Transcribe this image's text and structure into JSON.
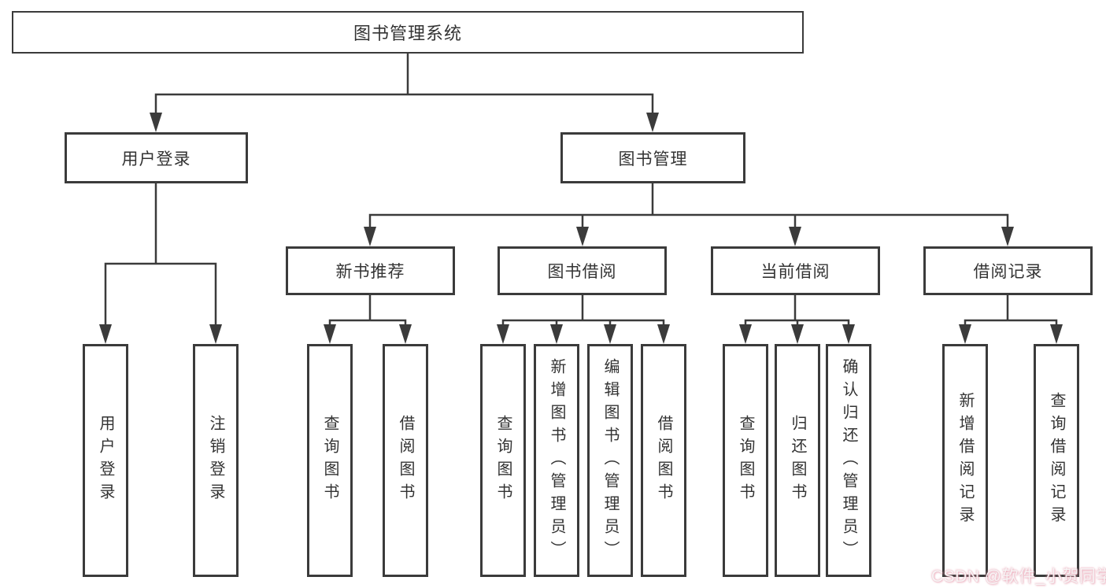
{
  "diagram": {
    "type": "hierarchy-tree",
    "root": {
      "label": "图书管理系统",
      "children": [
        {
          "label": "用户登录",
          "children": [
            {
              "label": "用户登录"
            },
            {
              "label": "注销登录"
            }
          ]
        },
        {
          "label": "图书管理",
          "children": [
            {
              "label": "新书推荐",
              "children": [
                {
                  "label": "查询图书"
                },
                {
                  "label": "借阅图书"
                }
              ]
            },
            {
              "label": "图书借阅",
              "children": [
                {
                  "label": "查询图书"
                },
                {
                  "label": "新增图书（管理员）"
                },
                {
                  "label": "编辑图书（管理员）"
                },
                {
                  "label": "借阅图书"
                }
              ]
            },
            {
              "label": "当前借阅",
              "children": [
                {
                  "label": "查询图书"
                },
                {
                  "label": "归还图书"
                },
                {
                  "label": "确认归还（管理员）"
                }
              ]
            },
            {
              "label": "借阅记录",
              "children": [
                {
                  "label": "新增借阅记录"
                },
                {
                  "label": "查询借阅记录"
                }
              ]
            }
          ]
        }
      ]
    },
    "colors": {
      "line": "#3b3b3b",
      "text": "#333333",
      "background": "#ffffff"
    }
  },
  "watermark": {
    "text": "CSDN @软件_小贺同学",
    "color": "#e8a7b7"
  }
}
